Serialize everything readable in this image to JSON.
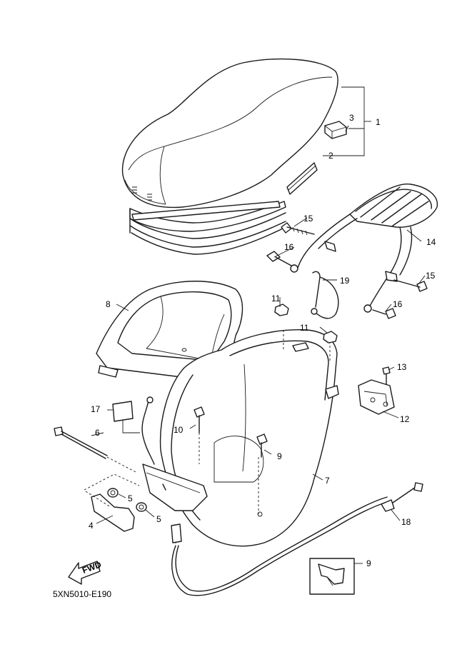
{
  "diagram_code": "5XN5010-E190",
  "fwd_label": "FWD",
  "callouts": {
    "c1": "1",
    "c2": "2",
    "c3": "3",
    "c4": "4",
    "c5a": "5",
    "c5b": "5",
    "c6": "6",
    "c7": "7",
    "c8": "8",
    "c9a": "9",
    "c9b": "9",
    "c10": "10",
    "c11a": "11",
    "c11b": "11",
    "c12": "12",
    "c13": "13",
    "c14": "14",
    "c15a": "15",
    "c15b": "15",
    "c16a": "16",
    "c16b": "16",
    "c17": "17",
    "c18": "18",
    "c19": "19"
  }
}
